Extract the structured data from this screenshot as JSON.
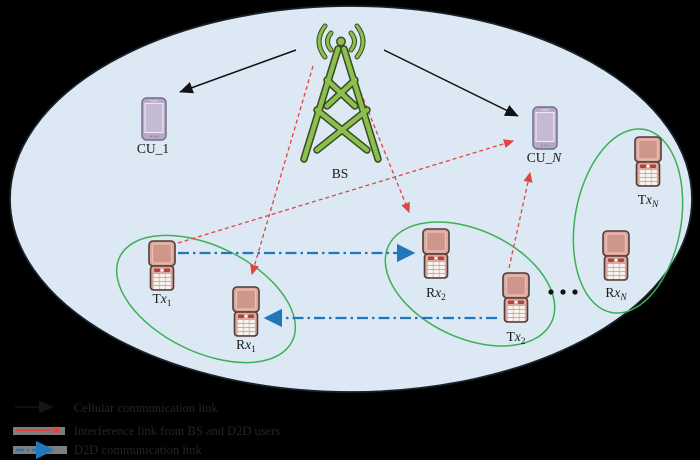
{
  "figure": {
    "background": "#000000",
    "cell_fill": "#dce8f3",
    "cell_stroke": "#17222c",
    "colors": {
      "cellular_link": "#111111",
      "interference_link": "#e0453e",
      "d2d_link": "#2277bb",
      "pair_ellipse": "#3bb054",
      "tower_green": "#8bc04f",
      "tower_outline": "#3a4a22",
      "cu_phone": "#b5a9c7",
      "d2d_phone": "#dca79c"
    }
  },
  "nodes": {
    "bs": {
      "label": "BS"
    },
    "cu1": {
      "base": "CU_",
      "sub": "1"
    },
    "cun": {
      "base": "CU_",
      "sub": "N"
    },
    "tx1": {
      "prefix": "T",
      "variable": "x",
      "sub": "1"
    },
    "rx1": {
      "prefix": "R",
      "variable": "x",
      "sub": "1"
    },
    "rx2": {
      "prefix": "R",
      "variable": "x",
      "sub": "2"
    },
    "tx2": {
      "prefix": "T",
      "variable": "x",
      "sub": "2"
    },
    "txn": {
      "prefix": "T",
      "variable": "x",
      "sub": "N"
    },
    "rxn": {
      "prefix": "R",
      "variable": "x",
      "sub": "N"
    },
    "ellipsis": "•••"
  },
  "legend": {
    "rows": [
      {
        "name": "cellular-link",
        "label": "Cellular communication link"
      },
      {
        "name": "interference-link",
        "label": "Interference link from BS and D2D users"
      },
      {
        "name": "d2d-link",
        "label": "D2D communication link"
      }
    ]
  }
}
